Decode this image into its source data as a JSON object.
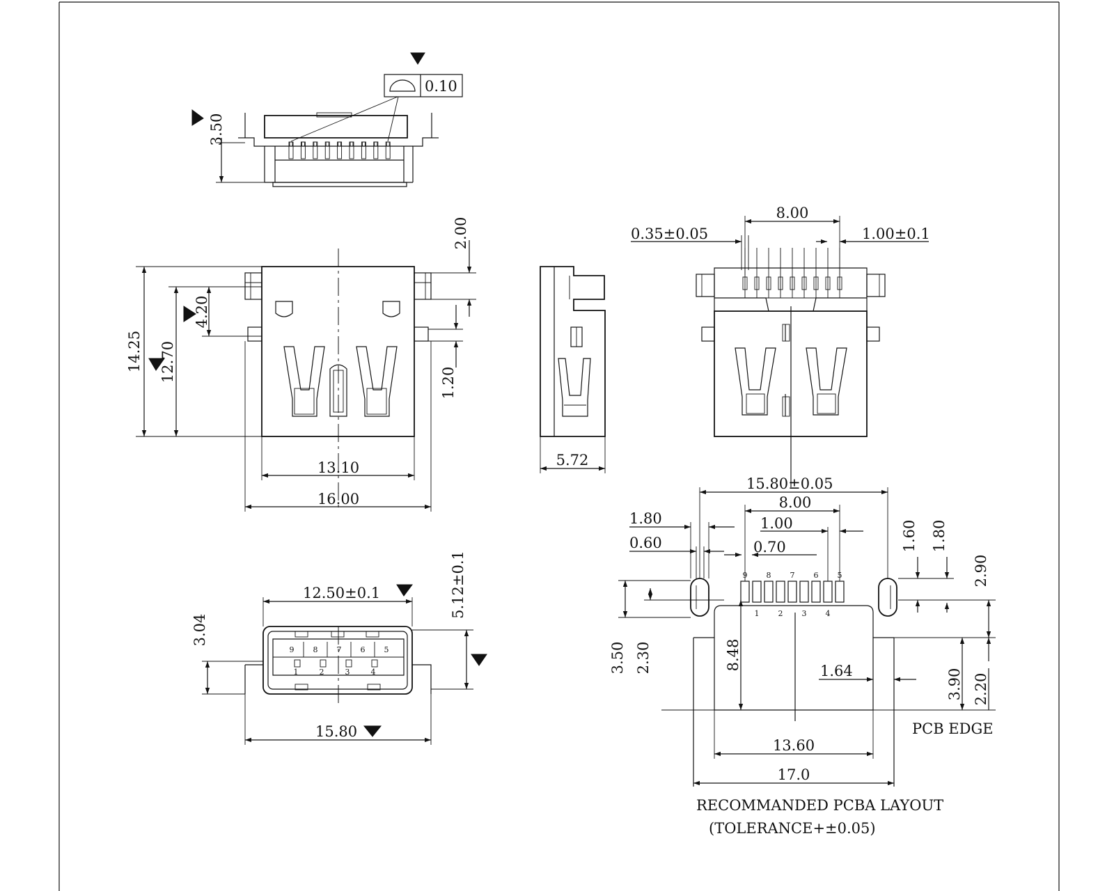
{
  "dimensions": {
    "top_view": {
      "height": "3.50",
      "flatness": "0.10"
    },
    "front_view": {
      "total_length": "14.25",
      "body_length": "12.70",
      "tab_spacing": "4.20",
      "tab_offset": "2.00",
      "tab_width": "1.20",
      "inner_width": "13.10",
      "overall_width": "16.00"
    },
    "side_view": {
      "depth": "5.72"
    },
    "rear_view": {
      "pin_pitch_total": "8.00",
      "pin_width": "0.35±0.05",
      "pin_pitch": "1.00±0.1"
    },
    "end_view": {
      "opening_width": "12.50±0.1",
      "height": "5.12±0.1",
      "opening_offset": "3.04",
      "tab_width": "15.80",
      "pins_top": [
        "9",
        "8",
        "7",
        "6",
        "5"
      ],
      "pins_bottom": [
        "1",
        "2",
        "3",
        "4"
      ]
    },
    "pcb_layout": {
      "slot_span": "15.80±0.05",
      "pad_span": "8.00",
      "pad_pitch": "1.00",
      "pad_width": "0.70",
      "slot_width": "1.80",
      "slot_inner": "0.60",
      "slot_height_1": "1.60",
      "slot_height_2": "1.80",
      "dim_2_90": "2.90",
      "dim_3_50": "3.50",
      "dim_2_30": "2.30",
      "dim_8_48": "8.48",
      "dim_1_64": "1.64",
      "dim_3_90": "3.90",
      "dim_2_20": "2.20",
      "inner_width": "13.60",
      "outer_width": "17.0",
      "pads_top": [
        "9",
        "8",
        "7",
        "6",
        "5"
      ],
      "pads_bottom": [
        "1",
        "2",
        "3",
        "4"
      ]
    }
  },
  "labels": {
    "pcb_edge": "PCB EDGE",
    "layout_title": "RECOMMANDED PCBA LAYOUT",
    "tolerance": "(TOLERANCE+±0.05)"
  }
}
